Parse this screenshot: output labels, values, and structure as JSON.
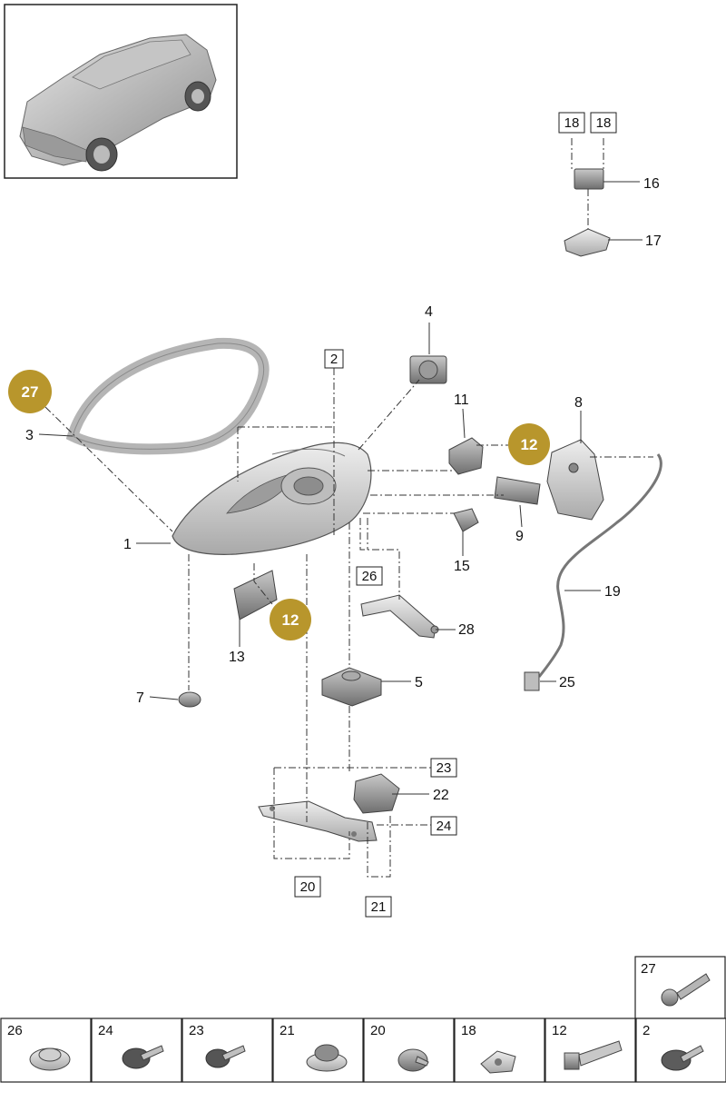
{
  "callouts": {
    "c1": "1",
    "c2": "2",
    "c3": "3",
    "c4": "4",
    "c5": "5",
    "c7": "7",
    "c8": "8",
    "c9": "9",
    "c11": "11",
    "c13": "13",
    "c15": "15",
    "c16": "16",
    "c17": "17",
    "c19": "19",
    "c22": "22",
    "c25": "25",
    "c28": "28"
  },
  "boxed": {
    "b2": "2",
    "b18a": "18",
    "b18b": "18",
    "b20": "20",
    "b21": "21",
    "b23": "23",
    "b24": "24",
    "b26": "26"
  },
  "badges": {
    "badge27": "27",
    "badge12a": "12",
    "badge12b": "12"
  },
  "badge_color": "#b8962c",
  "legend": {
    "top_cell": "27",
    "cells": [
      "26",
      "24",
      "23",
      "21",
      "20",
      "18",
      "12",
      "2"
    ]
  }
}
